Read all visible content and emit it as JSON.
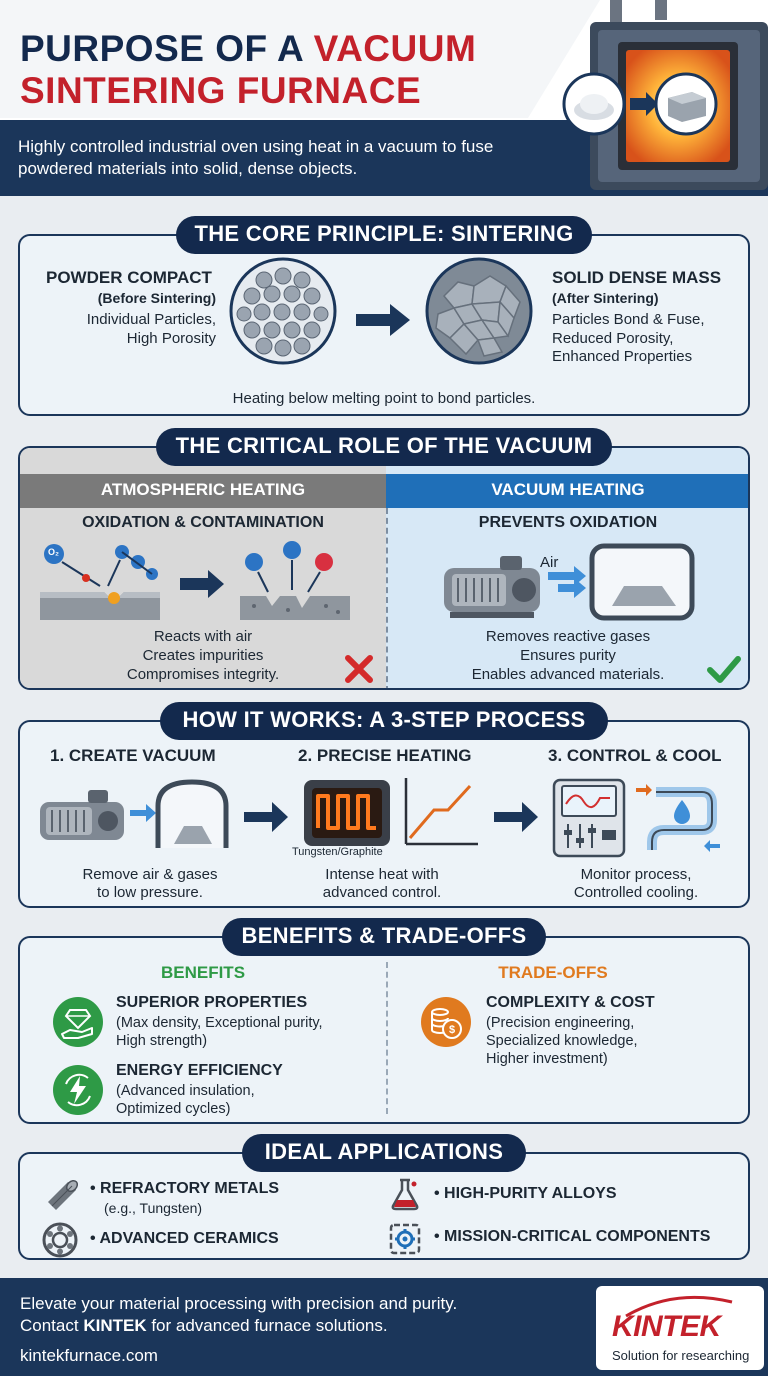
{
  "header": {
    "title_line1_a": "PURPOSE OF A ",
    "title_line1_b": "VACUUM",
    "title_line2": "SINTERING FURNACE",
    "subtitle": "Highly controlled industrial oven using heat in a vacuum to fuse powdered materials into solid, dense objects."
  },
  "core": {
    "pill": "THE CORE PRINCIPLE: SINTERING",
    "left_title": "POWDER COMPACT",
    "left_sub": "(Before Sintering)",
    "left_line1": "Individual Particles,",
    "left_line2": "High Porosity",
    "right_title": "SOLID DENSE MASS",
    "right_sub": "(After Sintering)",
    "right_line1": "Particles Bond & Fuse,",
    "right_line2": "Reduced Porosity,",
    "right_line3": "Enhanced Properties",
    "caption": "Heating below melting point to bond particles."
  },
  "vacuum_role": {
    "pill": "THE CRITICAL ROLE OF THE VACUUM",
    "atm_header": "ATMOSPHERIC HEATING",
    "atm_title": "OXIDATION & CONTAMINATION",
    "atm_line1": "Reacts with air",
    "atm_line2": "Creates impurities",
    "atm_line3": "Compromises integrity.",
    "vac_header": "VACUUM HEATING",
    "vac_title": "PREVENTS OXIDATION",
    "vac_air": "Air",
    "vac_line1": "Removes reactive gases",
    "vac_line2": "Ensures purity",
    "vac_line3": "Enables advanced materials.",
    "molecule_o2": "O₂"
  },
  "process": {
    "pill": "HOW IT WORKS: A 3-STEP PROCESS",
    "step1_title": "1. CREATE VACUUM",
    "step1_line1": "Remove air & gases",
    "step1_line2": "to low pressure.",
    "step2_title": "2. PRECISE HEATING",
    "step2_element": "Tungsten/Graphite",
    "step2_line1": "Intense heat with",
    "step2_line2": "advanced control.",
    "step3_title": "3. CONTROL & COOL",
    "step3_line1": "Monitor process,",
    "step3_line2": "Controlled cooling."
  },
  "benefits": {
    "pill": "BENEFITS & TRADE-OFFS",
    "benefits_header": "BENEFITS",
    "b1_title": "SUPERIOR PROPERTIES",
    "b1_line1": "(Max density, Exceptional purity,",
    "b1_line2": "High strength)",
    "b2_title": "ENERGY EFFICIENCY",
    "b2_line1": "(Advanced insulation,",
    "b2_line2": "Optimized cycles)",
    "tradeoffs_header": "TRADE-OFFS",
    "t1_title": "COMPLEXITY & COST",
    "t1_line1": "(Precision engineering,",
    "t1_line2": "Specialized knowledge,",
    "t1_line3": "Higher investment)"
  },
  "applications": {
    "pill": "IDEAL APPLICATIONS",
    "a1": "• REFRACTORY METALS",
    "a1_sub": "(e.g., Tungsten)",
    "a2": "• ADVANCED CERAMICS",
    "a3": "• HIGH-PURITY ALLOYS",
    "a4": "• MISSION-CRITICAL COMPONENTS"
  },
  "footer": {
    "line1": "Elevate your material processing with precision and purity.",
    "line2_a": "Contact ",
    "line2_b": "KINTEK",
    "line2_c": " for advanced furnace solutions.",
    "url": "kintekfurnace.com",
    "logo": "KINTEK",
    "tagline": "Solution for researching"
  },
  "colors": {
    "navy": "#13294d",
    "red": "#c3212b",
    "green": "#2e9a46",
    "orange": "#e07a1f",
    "blue": "#1f6fb8"
  }
}
